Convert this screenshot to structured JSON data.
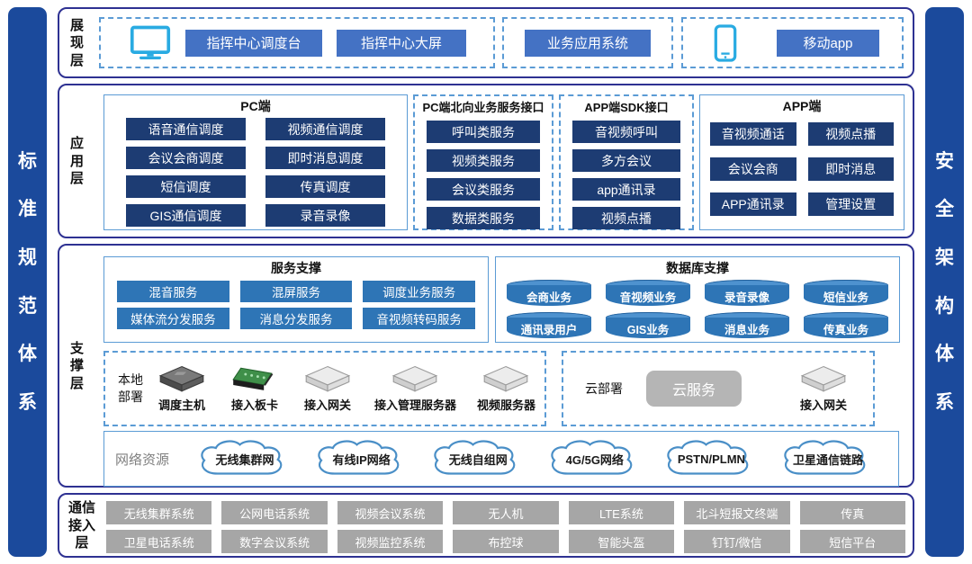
{
  "colors": {
    "pillar_blue": "#1b4a9c",
    "layer_border": "#2e3192",
    "dashed_border": "#5b9bd5",
    "accent_blue": "#4472c4",
    "dark_navy": "#1d3c73",
    "mid_blue": "#2e75b6",
    "gray_chip": "#a6a6a6",
    "icon_blue": "#29abe2",
    "cylinder_blue": "#2e75b6"
  },
  "left_bar": {
    "label": "标准规范体系"
  },
  "right_bar": {
    "label": "安全架构体系"
  },
  "presentation": {
    "label": "展现层",
    "group1": {
      "btn1": "指挥中心调度台",
      "btn2": "指挥中心大屏"
    },
    "group2": {
      "btn1": "业务应用系统"
    },
    "group3": {
      "btn1": "移动app"
    }
  },
  "application": {
    "label": "应用层",
    "pc": {
      "title": "PC端",
      "items": [
        "语音通信调度",
        "视频通信调度",
        "会议会商调度",
        "即时消息调度",
        "短信调度",
        "传真调度",
        "GIS通信调度",
        "录音录像"
      ]
    },
    "pc_api": {
      "title": "PC端北向业务服务接口",
      "items": [
        "呼叫类服务",
        "视频类服务",
        "会议类服务",
        "数据类服务"
      ]
    },
    "app_sdk": {
      "title": "APP端SDK接口",
      "items": [
        "音视频呼叫",
        "多方会议",
        "app通讯录",
        "视频点播"
      ]
    },
    "app": {
      "title": "APP端",
      "items": [
        "音视频通话",
        "视频点播",
        "会议会商",
        "即时消息",
        "APP通讯录",
        "管理设置"
      ]
    }
  },
  "support": {
    "label": "支撑层",
    "service": {
      "title": "服务支撑",
      "items": [
        "混音服务",
        "混屏服务",
        "调度业务服务",
        "媒体流分发服务",
        "消息分发服务",
        "音视频转码服务"
      ]
    },
    "database": {
      "title": "数据库支撑",
      "items": [
        "会商业务",
        "音视频业务",
        "录音录像",
        "短信业务",
        "通讯录用户",
        "GIS业务",
        "消息业务",
        "传真业务"
      ]
    },
    "local": {
      "label": "本地部署",
      "devices": [
        "调度主机",
        "接入板卡",
        "接入网关",
        "接入管理服务器",
        "视频服务器"
      ]
    },
    "cloud": {
      "label": "云部署",
      "service_btn": "云服务",
      "device": "接入网关"
    },
    "network": {
      "label": "网络资源",
      "clouds": [
        "无线集群网",
        "有线IP网络",
        "无线自组网",
        "4G/5G网络",
        "PSTN/PLMN",
        "卫星通信链路"
      ]
    }
  },
  "access": {
    "label": "通信接入层",
    "row1": [
      "无线集群系统",
      "公网电话系统",
      "视频会议系统",
      "无人机",
      "LTE系统",
      "北斗短报文终端",
      "传真"
    ],
    "row2": [
      "卫星电话系统",
      "数字会议系统",
      "视频监控系统",
      "布控球",
      "智能头盔",
      "钉钉/微信",
      "短信平台"
    ]
  }
}
